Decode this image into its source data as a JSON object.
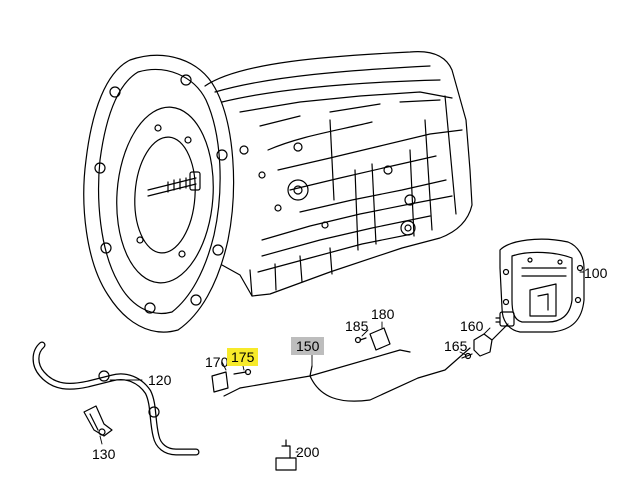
{
  "diagram": {
    "labels": {
      "p100": "100",
      "p120": "120",
      "p130": "130",
      "p150": "150",
      "p160": "160",
      "p165": "165",
      "p170": "170",
      "p175": "175",
      "p180": "180",
      "p185": "185",
      "p200": "200"
    },
    "highlight_colors": {
      "selected": "#f7ea2a",
      "group": "#bdbdbd"
    }
  }
}
